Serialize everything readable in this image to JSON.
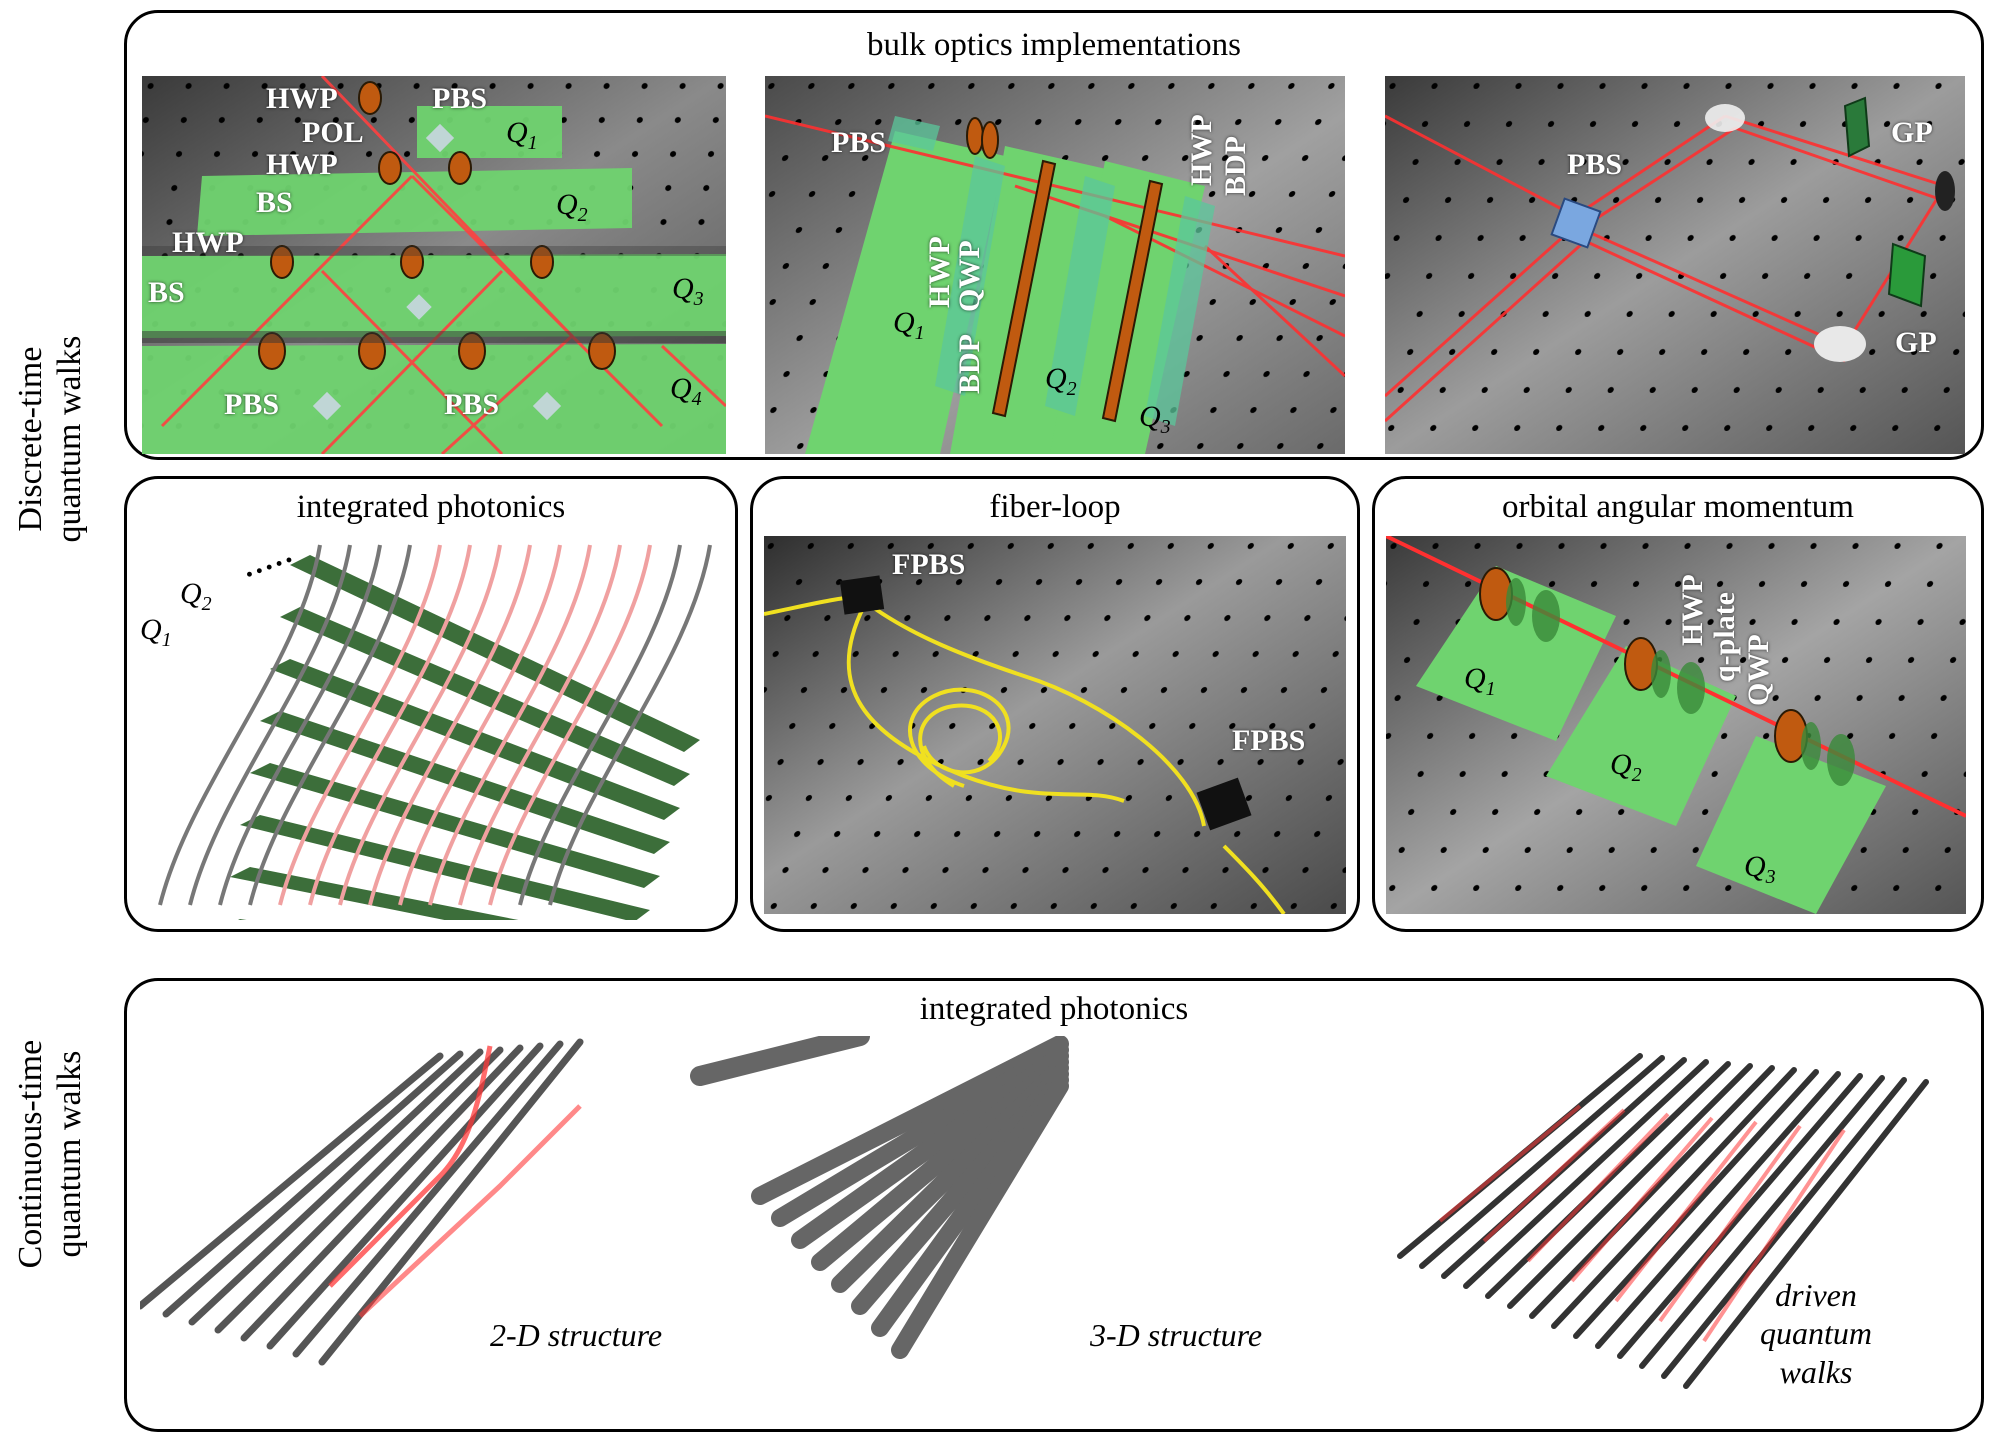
{
  "side_labels": {
    "discrete": [
      "Discrete-time",
      "quantum walks"
    ],
    "continuous": [
      "Continuous-time",
      "quantum walks"
    ]
  },
  "bulk": {
    "title": "bulk optics implementations",
    "panel1": {
      "hwp_top": "HWP",
      "pbs_top": "PBS",
      "pol": "POL",
      "hwp_mid": "HWP",
      "bs1": "BS",
      "hwp_left": "HWP",
      "bs2": "BS",
      "pbs_b1": "PBS",
      "pbs_b2": "PBS",
      "q1": "Q",
      "q1s": "1",
      "q2": "Q",
      "q2s": "2",
      "q3": "Q",
      "q3s": "3",
      "q4": "Q",
      "q4s": "4"
    },
    "panel2": {
      "pbs": "PBS",
      "hwp_a": "HWP",
      "qwp": "QWP",
      "bdp_a": "BDP",
      "hwp_b": "HWP",
      "bdp_b": "BDP",
      "q1": "Q",
      "q1s": "1",
      "q2": "Q",
      "q2s": "2",
      "q3": "Q",
      "q3s": "3"
    },
    "panel3": {
      "pbs": "PBS",
      "gp1": "GP",
      "gp2": "GP"
    }
  },
  "integrated_dt": {
    "title": "integrated photonics",
    "q1": "Q",
    "q1s": "1",
    "q2": "Q",
    "q2s": "2",
    "dots": "....."
  },
  "fiber": {
    "title": "fiber-loop",
    "fpbs1": "FPBS",
    "fpbs2": "FPBS"
  },
  "oam": {
    "title": "orbital angular momentum",
    "hwp": "HWP",
    "qplate": "q-plate",
    "qwp": "QWP",
    "q1": "Q",
    "q1s": "1",
    "q2": "Q",
    "q2s": "2",
    "q3": "Q",
    "q3s": "3"
  },
  "continuous": {
    "title": "integrated photonics",
    "cap2d": "2-D structure",
    "cap3d": "3-D structure",
    "cap_driven": [
      "driven",
      "quantum",
      "walks"
    ]
  },
  "colors": {
    "green": "#6fd36f",
    "red": "#ff3a3a",
    "table": "#5c5c5c",
    "yellow": "#f0e020",
    "waveguide": "#555555",
    "dark_green": "#3c6e3a"
  }
}
